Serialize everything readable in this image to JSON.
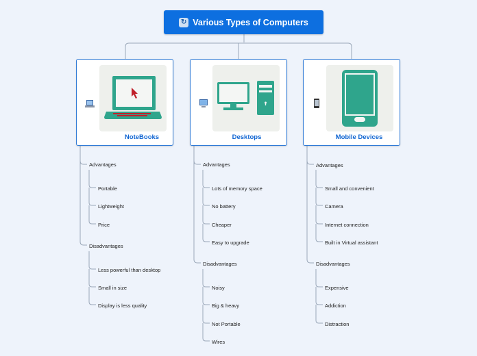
{
  "root": {
    "title": "Various Types of Computers"
  },
  "colors": {
    "root_bg": "#0d6fe0",
    "card_border": "#2f7ad6",
    "title_text": "#1166d2",
    "device": "#2fa58c",
    "cursor": "#c0202a"
  },
  "cards": [
    {
      "title": "NoteBooks",
      "image_icon": "laptop-icon",
      "advantages_label": "Advantages",
      "advantages": [
        "Portable",
        "Lightweight",
        "Price"
      ],
      "disadvantages_label": "Disadvantages",
      "disadvantages": [
        "Less powerful than desktop",
        "Small in size",
        "Display is less quality"
      ]
    },
    {
      "title": "Desktops",
      "image_icon": "desktop-computer-icon",
      "advantages_label": "Advantages",
      "advantages": [
        "Lots of memory space",
        "No battery",
        "Cheaper",
        "Easy to upgrade"
      ],
      "disadvantages_label": "Disadvantages",
      "disadvantages": [
        "Noisy",
        "Big & heavy",
        "Not Portable",
        "Wires"
      ]
    },
    {
      "title": "Mobile Devices",
      "image_icon": "mobile-phone-icon",
      "advantages_label": "Advantages",
      "advantages": [
        "Small and convenient",
        "Camera",
        "Internet connection",
        "Built in Virtual assistant"
      ],
      "disadvantages_label": "Disadvantages",
      "disadvantages": [
        "Expensive",
        "Addiction",
        "Distraction"
      ]
    }
  ]
}
